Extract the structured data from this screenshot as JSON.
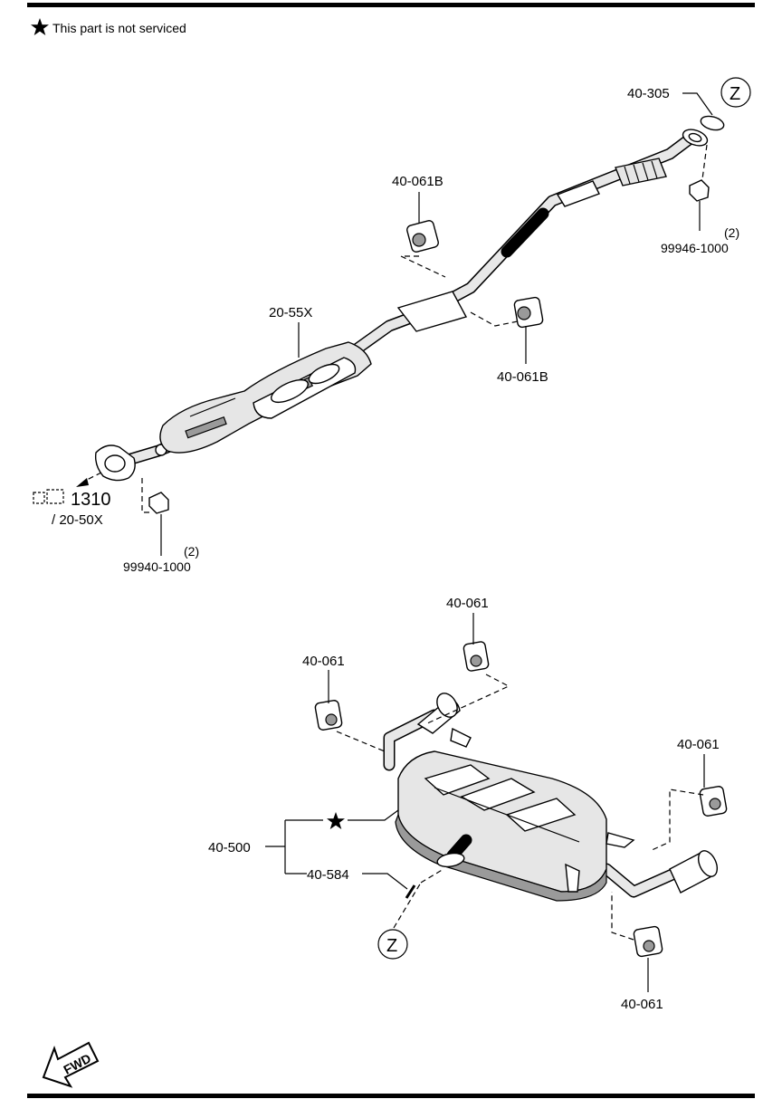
{
  "note": {
    "icon": "star-icon",
    "text": "This part is not serviced"
  },
  "callouts": {
    "gasket_z_top": "40-305",
    "z_marker_top": "Z",
    "hanger_top": "40-061B",
    "nut_top_right": "99946-1000",
    "nut_top_right_qty": "(2)",
    "catalytic_converter": "20-55X",
    "hanger_mid": "40-061B",
    "ref_group": "1310",
    "ref_sub": "/ 20-50X",
    "nut_front": "99940-1000",
    "nut_front_qty": "(2)",
    "hanger_rear_top": "40-061",
    "hanger_rear_left": "40-061",
    "hanger_rear_right": "40-061",
    "hanger_rear_bottom": "40-061",
    "muffler_assy": "40-500",
    "muffler_bolt": "40-584",
    "z_marker_bottom": "Z",
    "fwd": "FWD"
  },
  "colors": {
    "line": "#000000",
    "part_fill": "#e6e6e6",
    "shade": "#9a9a9a"
  }
}
